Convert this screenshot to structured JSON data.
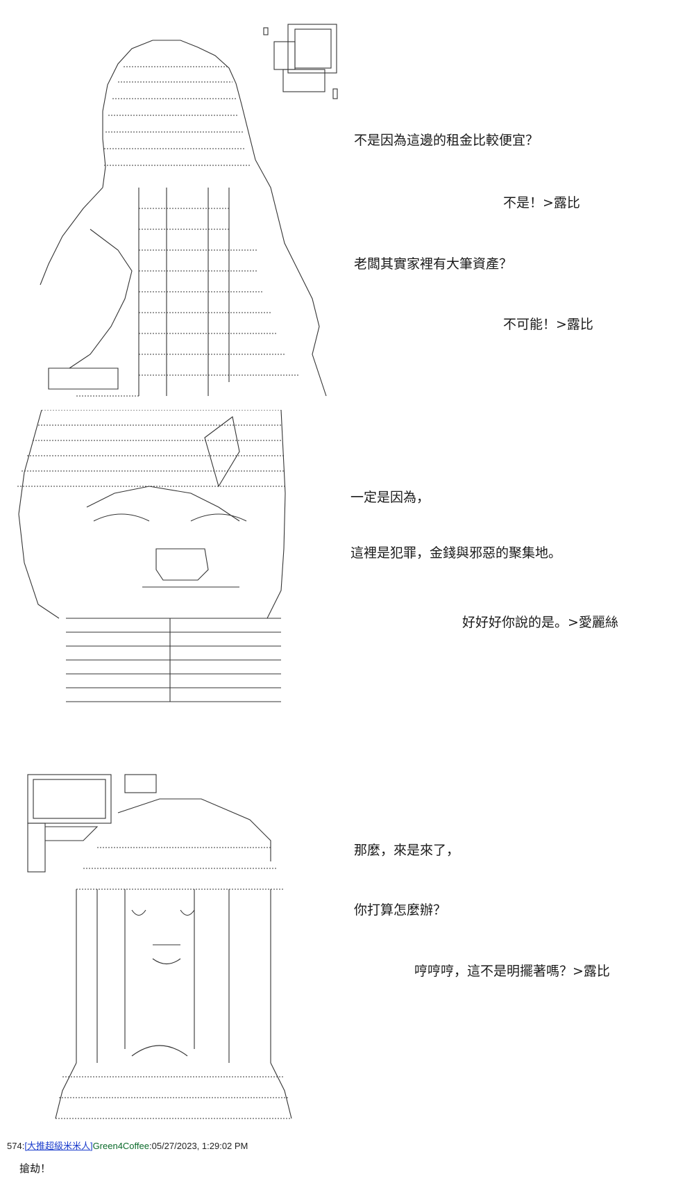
{
  "panels": [
    {
      "lines": [
        "不是因為這邊的租金比較便宜？",
        "不是！>露比",
        "老闆其實家裡有大筆資產？",
        "不可能！>露比"
      ]
    },
    {
      "lines": [
        "一定是因為，",
        "這裡是犯罪，金錢與邪惡的聚集地。",
        "好好好你說的是。>愛麗絲"
      ]
    },
    {
      "lines": [
        "那麼，來是來了，",
        "你打算怎麼辦？",
        "哼哼哼，這不是明擺著嗎？>露比"
      ]
    }
  ],
  "post": {
    "number": "574",
    "separator": ":",
    "link_text": "[大推超級米米人]",
    "user": "Green4Coffee",
    "timestamp": ":05/27/2023, 1:29:02 PM",
    "body": "搶劫！"
  }
}
